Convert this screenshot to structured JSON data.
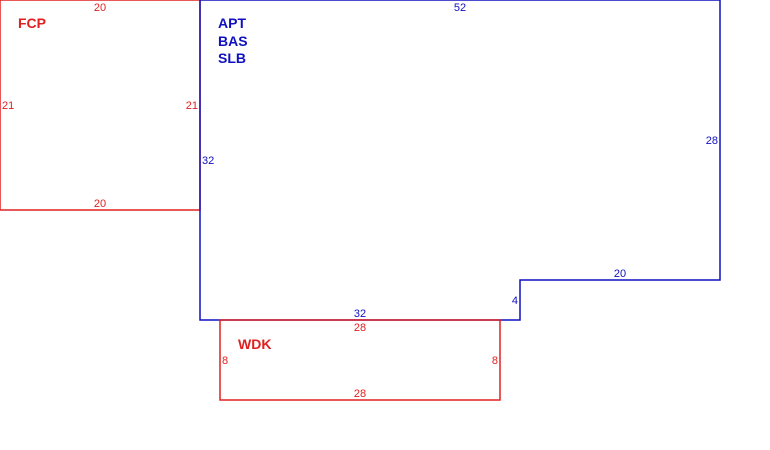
{
  "colors": {
    "main": "#1010c0",
    "addition": "#e02020"
  },
  "areas": {
    "fcp": {
      "label": "FCP",
      "dims": {
        "top": "20",
        "bottom": "20",
        "left": "21",
        "right": "21"
      }
    },
    "main": {
      "labels": [
        "APT",
        "BAS",
        "SLB"
      ],
      "dims": {
        "top": "52",
        "right": "28",
        "step_top": "20",
        "step_side": "4",
        "bottom": "32",
        "left": "32"
      }
    },
    "wdk": {
      "label": "WDK",
      "dims": {
        "top": "28",
        "bottom": "28",
        "left": "8",
        "right": "8"
      }
    }
  }
}
